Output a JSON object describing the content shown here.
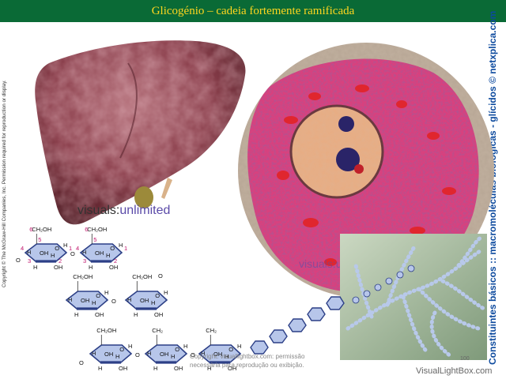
{
  "slide": {
    "title": "Glicogénio – cadeia fortemente ramificada",
    "copyright_side": "Copyright © The McGraw-Hill Companies, Inc. Permission required for reproduction or display.",
    "right_side_text": "Constituintes básicos :: macromoléculas biológicas - glícidos © netxplica.com",
    "logo_left": "visuals:",
    "logo_right": "unlimited",
    "watermark_line1": "Copyright: visuallightbox.com: permissão",
    "watermark_line2": "necessária para reprodução ou exibição.",
    "page_number": "100",
    "site_watermark": "VisualLightBox.com"
  },
  "glucose_labels": {
    "ch2oh": "CH₂OH",
    "ch2": "CH₂",
    "oh": "OH",
    "h": "H",
    "o": "O",
    "ring_o": "O",
    "c1": "1",
    "c2": "2",
    "c3": "3",
    "c4": "4",
    "c5": "5",
    "c6": "6"
  },
  "colors": {
    "title_bar": "#0a6a36",
    "title_text": "#ffd61e",
    "ring_fill": "#b7c6ea",
    "ring_stroke": "#2c3f86",
    "carbon_numbers": "#c0146c",
    "side_text": "#0d4a9e"
  },
  "icons": [
    "liver-image",
    "cell-micrograph",
    "glycogen-granule-image"
  ]
}
